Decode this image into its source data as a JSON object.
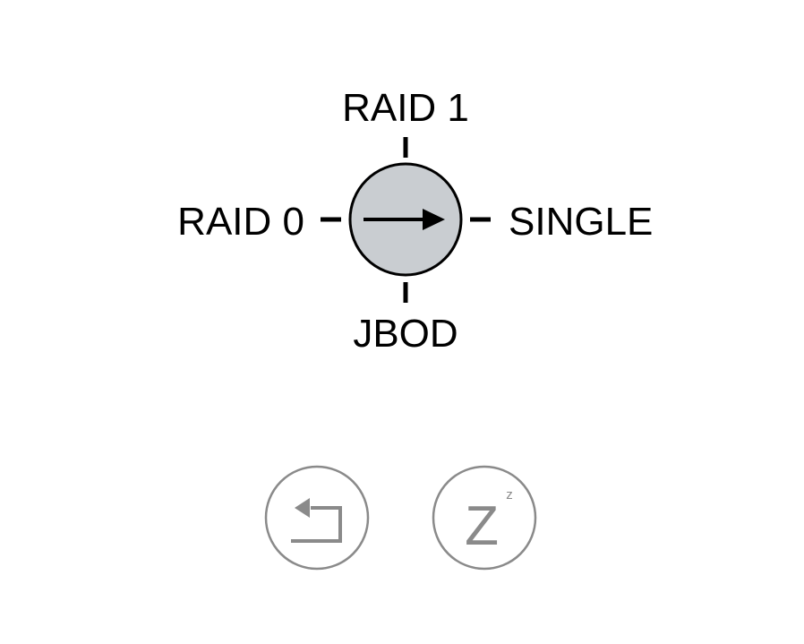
{
  "selector": {
    "modes": {
      "top": "RAID 1",
      "left": "RAID 0",
      "right": "SINGLE",
      "bottom": "JBOD"
    },
    "pointer_direction": "right",
    "selected_mode": "SINGLE",
    "icon": "rotary-dial-arrow-icon"
  },
  "buttons": {
    "reset": {
      "icon": "return-arrow-icon"
    },
    "sleep": {
      "icon": "sleep-z-icon",
      "letter": "Z",
      "small_letter": "z"
    }
  },
  "colors": {
    "dial_fill": "#c9cdd1",
    "dial_stroke": "#000000",
    "ticks": "#000000",
    "text": "#000000",
    "button_stroke": "#8a8a8a",
    "button_icon": "#8a8a8a"
  }
}
